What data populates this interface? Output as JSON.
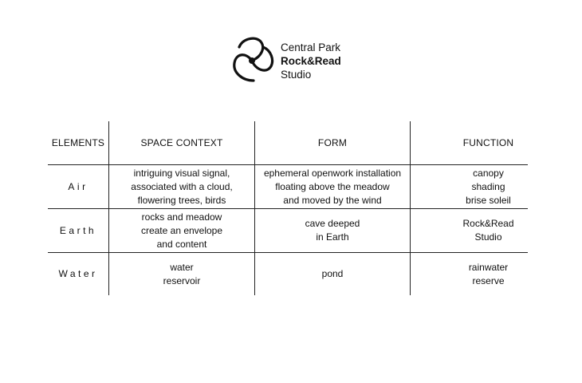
{
  "logo": {
    "line1": "Central Park",
    "line2": "Rock&Read",
    "line3": "Studio"
  },
  "table": {
    "headers": [
      "ELEMENTS",
      "SPACE CONTEXT",
      "FORM",
      "FUNCTION"
    ],
    "rows": [
      {
        "element": "Air",
        "context": [
          "intriguing visual signal,",
          "associated with a cloud,",
          "flowering trees, birds"
        ],
        "form": [
          "ephemeral openwork installation",
          "floating above the meadow",
          "and moved by the wind"
        ],
        "function": [
          "canopy",
          "shading",
          "brise soleil"
        ]
      },
      {
        "element": "Earth",
        "context": [
          "rocks and meadow",
          "create an envelope",
          "and content"
        ],
        "form": [
          "cave deeped",
          "in Earth"
        ],
        "function": [
          "Rock&Read",
          "Studio"
        ]
      },
      {
        "element": "Water",
        "context": [
          "water",
          "reservoir"
        ],
        "form": [
          "pond"
        ],
        "function": [
          "rainwater",
          "reserve"
        ]
      }
    ]
  }
}
